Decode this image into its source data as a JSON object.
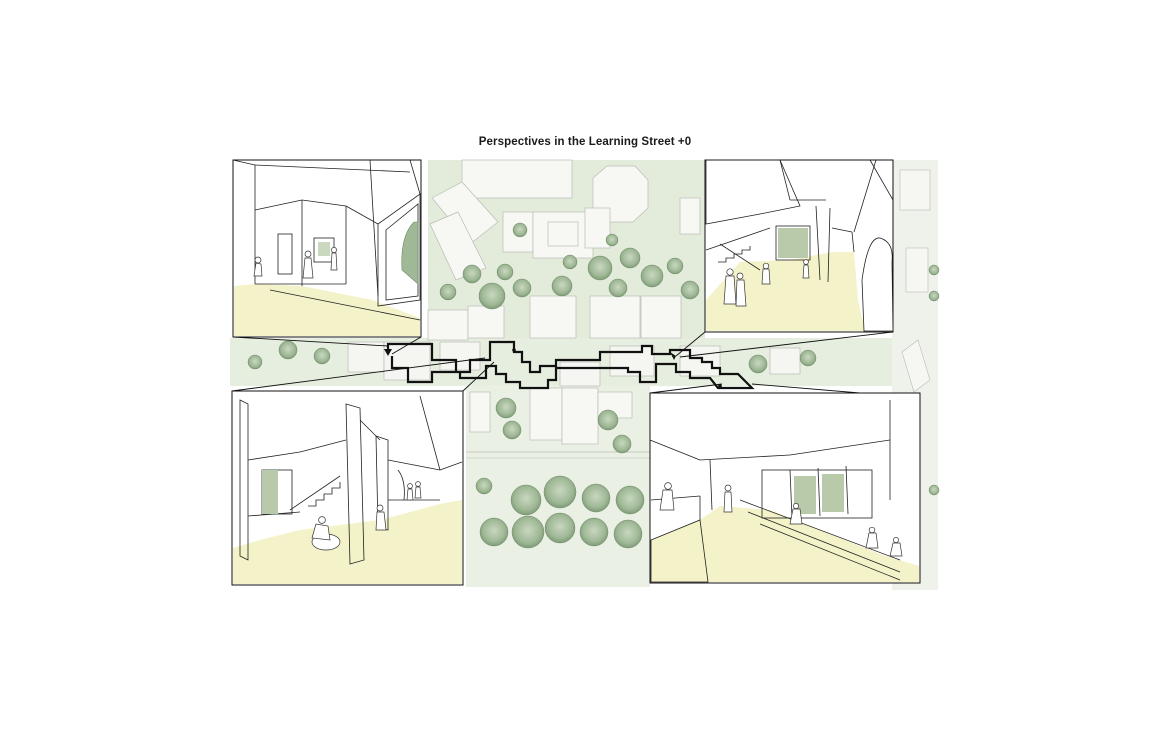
{
  "title": "Perspectives in the Learning Street +0",
  "colors": {
    "floor": "#f4f2c8",
    "plan_green": "#dfe9d6",
    "plan_building": "#f6f6f3",
    "tree": "#9fb896",
    "route": "#111111"
  },
  "perspectives": [
    {
      "id": "top-left"
    },
    {
      "id": "top-right"
    },
    {
      "id": "bottom-left"
    },
    {
      "id": "bottom-right"
    }
  ]
}
